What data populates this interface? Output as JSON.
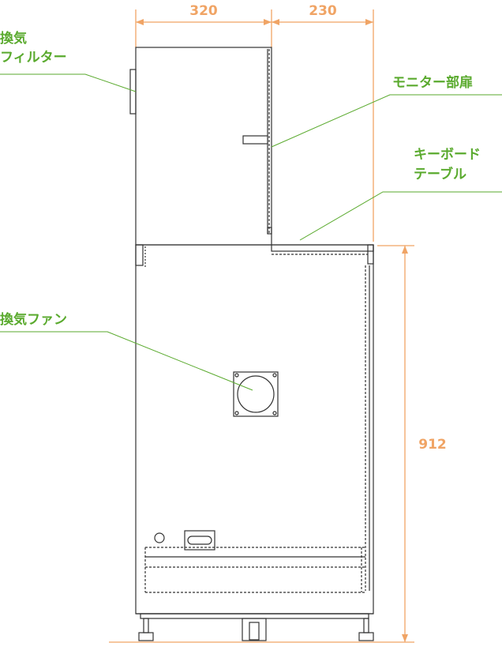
{
  "colors": {
    "dimension": "#f0a465",
    "label": "#5aaa2e",
    "outline": "#333333"
  },
  "dimensions": {
    "upper_depth": "320",
    "table_depth": "230",
    "lower_height": "912"
  },
  "labels": {
    "filter_line1": "換気",
    "filter_line2": "フィルター",
    "monitor_door": "モニター部扉",
    "keyboard_line1": "キーボード",
    "keyboard_line2": "テーブル",
    "fan": "換気ファン"
  }
}
